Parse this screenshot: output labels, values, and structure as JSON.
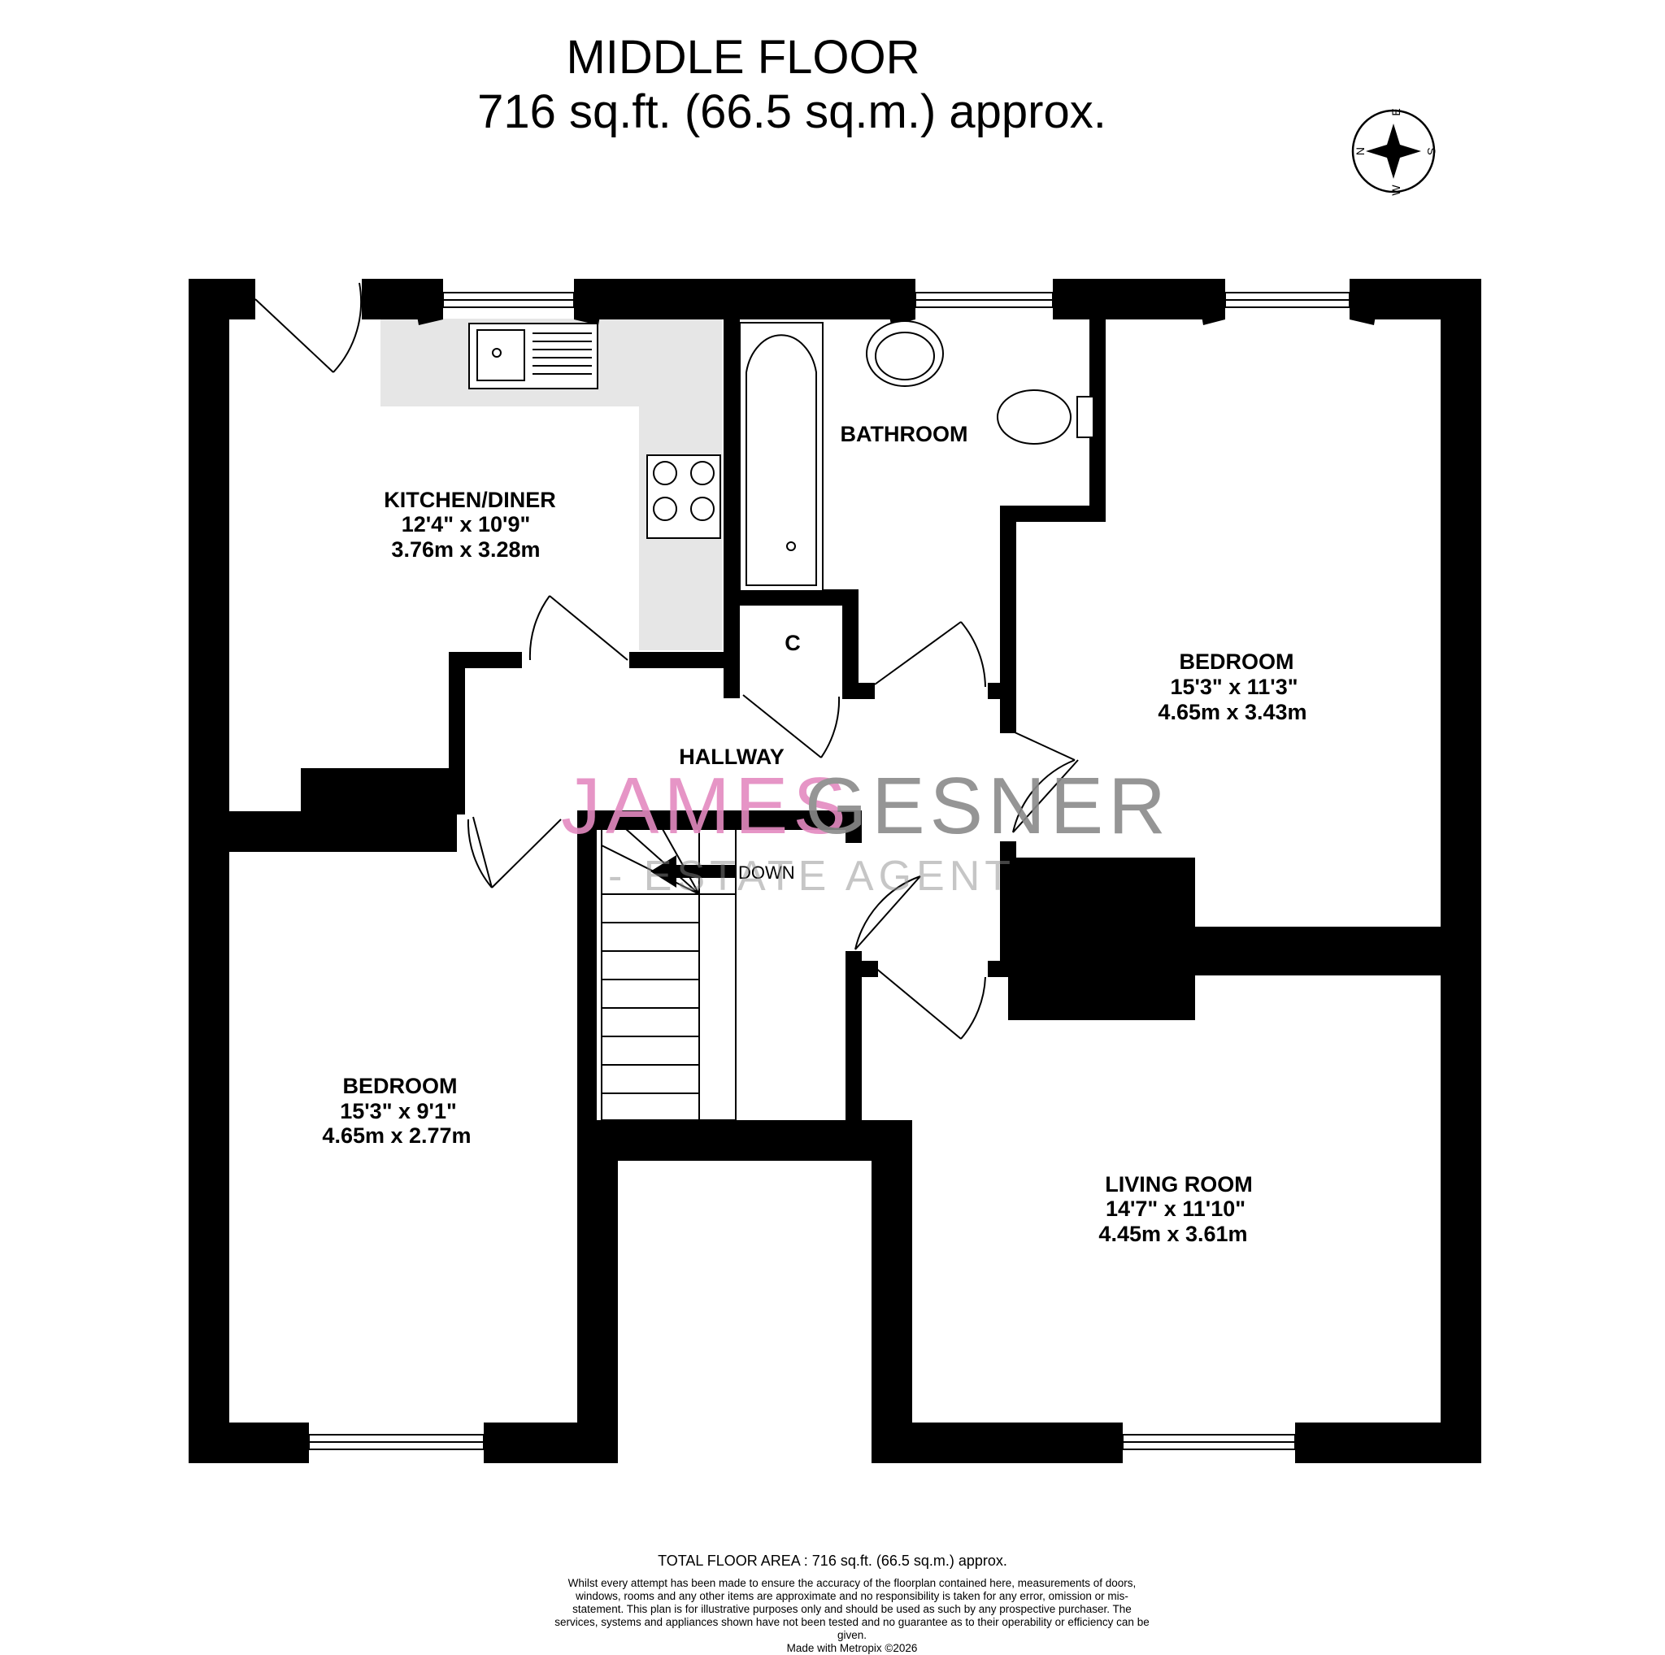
{
  "header": {
    "floor_name": "MIDDLE FLOOR",
    "floor_area": "716 sq.ft. (66.5 sq.m.) approx."
  },
  "compass": {
    "n": "N",
    "e": "E",
    "s": "S",
    "w": "W"
  },
  "rooms": {
    "kitchen": {
      "name": "KITCHEN/DINER",
      "imperial": "12'4\"  x 10'9\"",
      "metric": "3.76m  x 3.28m"
    },
    "bathroom": {
      "name": "BATHROOM"
    },
    "cupboard": {
      "name": "C"
    },
    "hallway": {
      "name": "HALLWAY"
    },
    "bedroom_right": {
      "name": "BEDROOM",
      "imperial": "15'3\"  x 11'3\"",
      "metric": "4.65m  x 3.43m"
    },
    "bedroom_left": {
      "name": "BEDROOM",
      "imperial": "15'3\"  x 9'1\"",
      "metric": "4.65m  x 2.77m"
    },
    "living": {
      "name": "LIVING ROOM",
      "imperial": "14'7\"  x 11'10\"",
      "metric": "4.45m  x 3.61m"
    }
  },
  "stairs": {
    "label": "DOWN"
  },
  "watermark": {
    "name_part1": "JAMES",
    "name_part2": "GESNER",
    "tagline": "- ESTATE AGENT"
  },
  "colors": {
    "wall": "#000000",
    "kitchen_floor": "#e6e6e6",
    "watermark_pink": "#e48ac0",
    "watermark_grey": "#8a8a8a"
  },
  "footer": {
    "total": "TOTAL FLOOR AREA : 716 sq.ft. (66.5 sq.m.) approx.",
    "disclaimer": "Whilst every attempt has been made to ensure the accuracy of the floorplan contained here, measurements of doors, windows, rooms and any other items are approximate and no responsibility is taken for any error, omission or mis-statement. This plan is for illustrative purposes only and should be used as such by any prospective purchaser. The services, systems and appliances shown have not been tested and no guarantee as to their operability or efficiency can be given.",
    "credit": "Made with Metropix ©2026"
  }
}
